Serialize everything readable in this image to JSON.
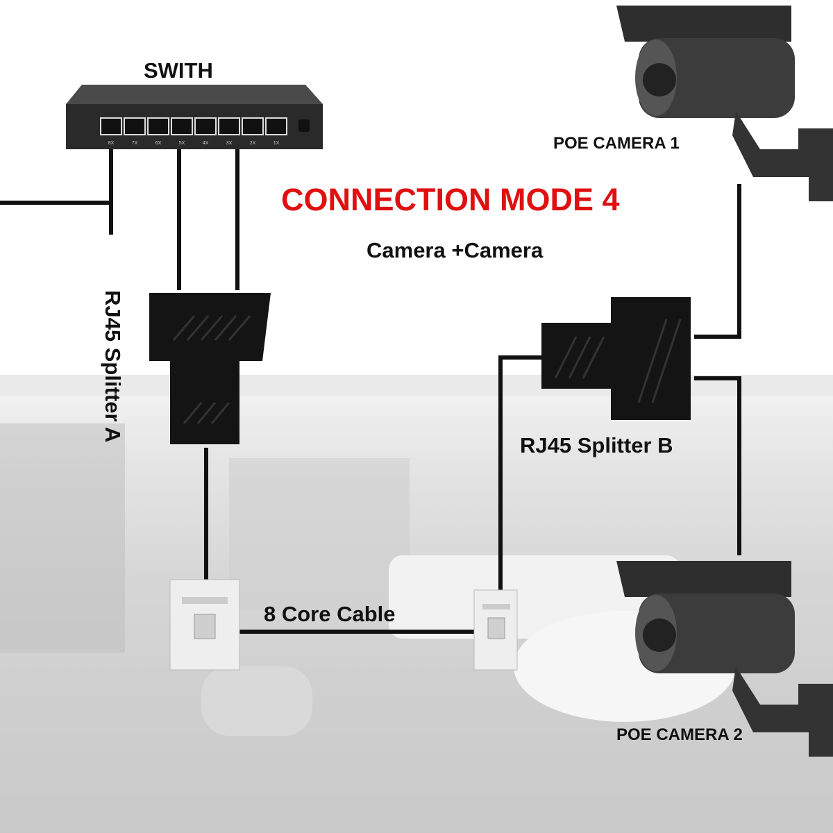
{
  "title": "CONNECTION MODE 4",
  "subtitle": "Camera +Camera",
  "labels": {
    "switch": "SWITH",
    "splitter_a": "RJ45 Splitter A",
    "splitter_b": "RJ45 Splitter B",
    "cable": "8 Core Cable",
    "camera1": "POE CAMERA 1",
    "camera2": "POE CAMERA 2"
  },
  "switch_ports": [
    "8X",
    "7X",
    "6X",
    "5X",
    "4X",
    "3X",
    "2X",
    "1X"
  ],
  "colors": {
    "title": "#e01010",
    "line": "#111111",
    "device": "#1a1a1a",
    "camera": "#3a3a3a"
  }
}
